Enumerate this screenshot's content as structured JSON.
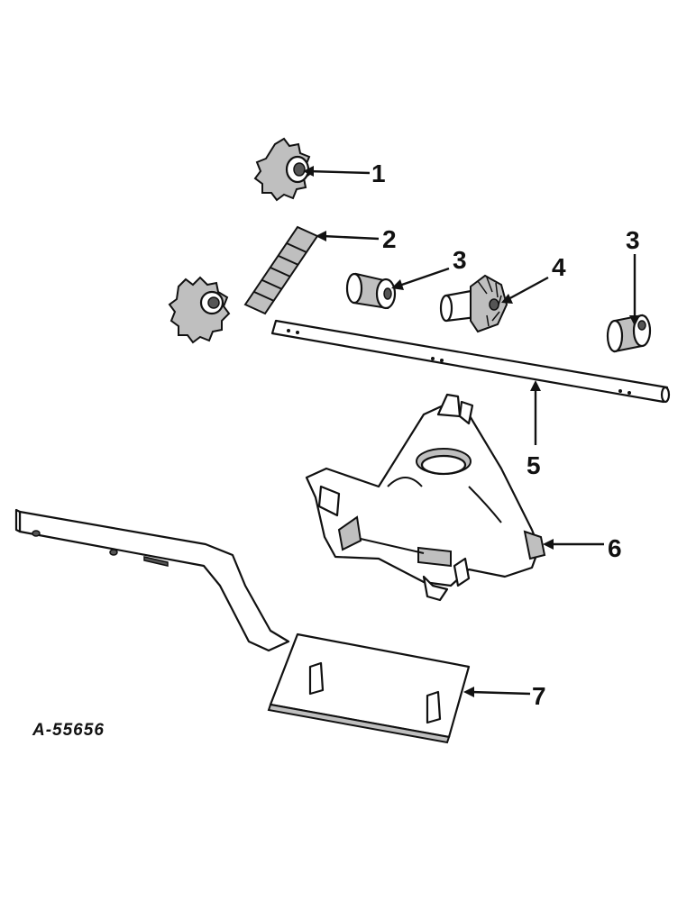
{
  "callouts": [
    "1",
    "2",
    "3",
    "3",
    "4",
    "5",
    "6",
    "7"
  ],
  "drawing_ref": "A-55656",
  "parts": [
    {
      "icon": "sprocket-icon"
    },
    {
      "icon": "roller-chain-icon"
    },
    {
      "icon": "bushing-icon"
    },
    {
      "icon": "bevel-gear-icon"
    },
    {
      "icon": "shaft-icon"
    },
    {
      "icon": "housing-icon"
    },
    {
      "icon": "mounting-bracket-icon"
    }
  ]
}
